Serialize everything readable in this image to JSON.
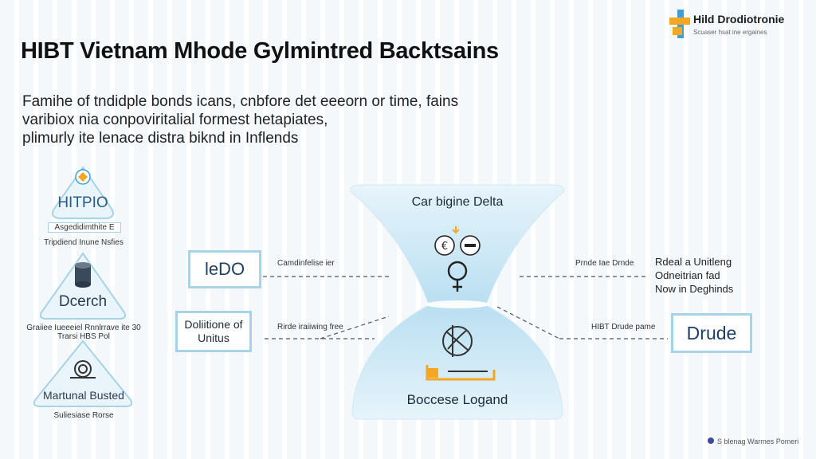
{
  "header": {
    "title": "HIBT Vietnam Mhode Gylmintred Backtsains",
    "description_lines": [
      "Famihe of tndidple bonds icans, cnbfore det eeeorn or time, fains",
      "varibiox nia conpoviritalial formest hetapiates,",
      "plimurly ite lenace distra biknd in Inflends"
    ]
  },
  "brand": {
    "name": "Hild Drodiotronie",
    "subtitle": "Scuaser hsat ine ergaines",
    "colors": [
      "#3aa0d8",
      "#f5a623"
    ]
  },
  "left_column": {
    "items": [
      {
        "label": "HITPIO",
        "sublabel": "Asgedidimthite E",
        "caption": "Tripdiend Inune Nsfies",
        "icon": "shield-badge-icon"
      },
      {
        "label": "Dcerch",
        "caption_lines": [
          "Graiiee Iueeeiel Rnnlrrave ite 30",
          "Trarsi HBS Pol"
        ],
        "icon": "cylinder-icon"
      },
      {
        "label": "Martunal Busted",
        "caption": "Suliesiase Rorse",
        "icon": "snail-icon"
      }
    ]
  },
  "middle_left": {
    "box1": {
      "label": "leDO",
      "arrow_label": "Camdinfelise ier"
    },
    "box2": {
      "label_lines": [
        "Doliitione of",
        "Unitus"
      ],
      "arrow_label": "Rirde iraiiwing free"
    }
  },
  "center": {
    "top_title": "Car bigine Delta",
    "bottom_title": "Boccese Logand",
    "top_icons": [
      "euro-icon",
      "minus-icon",
      "gender-icon"
    ],
    "bottom_icons": [
      "brain-icon",
      "bracket-icon"
    ]
  },
  "right_column": {
    "top_arrow_label": "Prnde Iae Drnde",
    "top_note_lines": [
      "Rdeal a Unitleng",
      "Odneitrian fad",
      "Now in Deghinds"
    ],
    "bottom_arrow_label": "HIBT Drude pame",
    "bottom_box_label": "Drude"
  },
  "footer": {
    "text": "S blenag Warmes Pomeri"
  },
  "colors": {
    "accent_light": "#cfe8f4",
    "box_border": "#a6d3e6",
    "text_blue": "#1f3f63"
  }
}
